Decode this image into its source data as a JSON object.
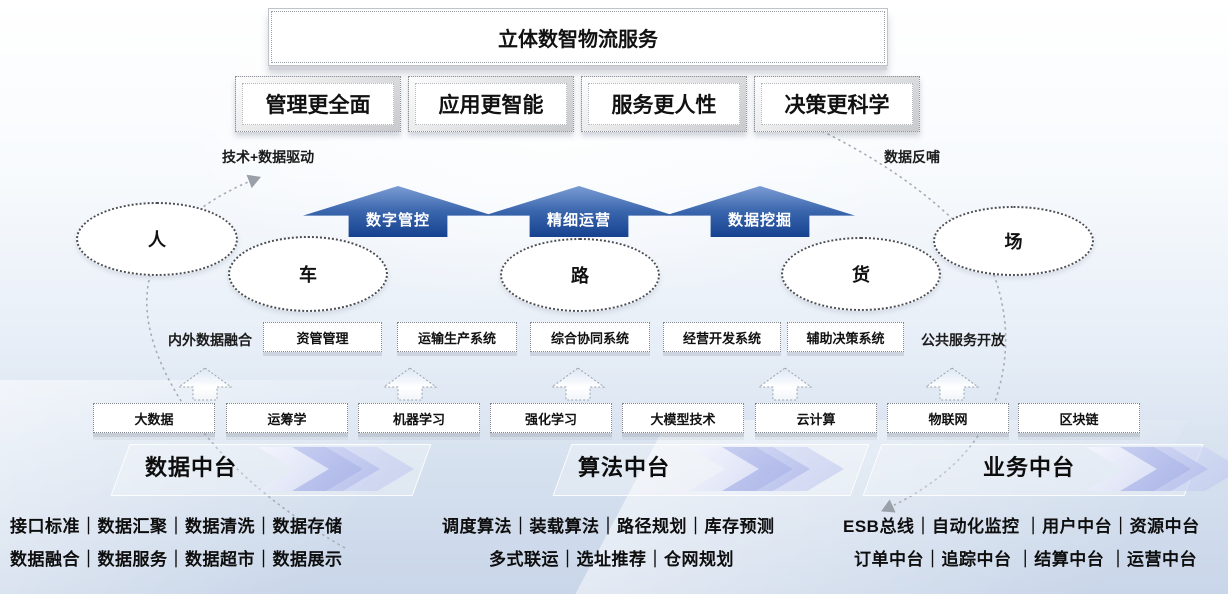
{
  "title": "立体数智物流服务",
  "benefits": [
    "管理更全面",
    "应用更智能",
    "服务更人性",
    "决策更科学"
  ],
  "flow_labels": {
    "drive": "技术+数据驱动",
    "feedback": "数据反哺"
  },
  "capability_arrows": [
    "数字管控",
    "精细运营",
    "数据挖掘"
  ],
  "entities": [
    "人",
    "车",
    "路",
    "货",
    "场"
  ],
  "access_labels": {
    "left": "内外数据融合",
    "right": "公共服务开放"
  },
  "systems": [
    "资管管理",
    "运输生产系统",
    "综合协同系统",
    "经营开发系统",
    "辅助决策系统"
  ],
  "technologies": [
    "大数据",
    "运筹学",
    "机器学习",
    "强化学习",
    "大模型技术",
    "云计算",
    "物联网",
    "区块链"
  ],
  "platforms": [
    {
      "name": "数据中台",
      "lines": [
        "接口标准｜数据汇聚｜数据清洗｜数据存储",
        "数据融合｜数据服务｜数据超市｜数据展示"
      ]
    },
    {
      "name": "算法中台",
      "lines": [
        "调度算法｜装载算法｜路径规划｜库存预测",
        "多式联运｜选址推荐｜仓网规划"
      ]
    },
    {
      "name": "业务中台",
      "lines": [
        "ESB总线｜自动化监控 ｜用户中台｜资源中台",
        "订单中台｜追踪中台 ｜结算中台 ｜运营中台"
      ]
    }
  ],
  "colors": {
    "arrow_blue_top": "#7b9cd4",
    "arrow_blue_bottom": "#16418f",
    "chevron_lavender": "#aab4e6",
    "background_bottom": "#c9d6e9",
    "dotted_line_gray": "#a8adb5"
  }
}
